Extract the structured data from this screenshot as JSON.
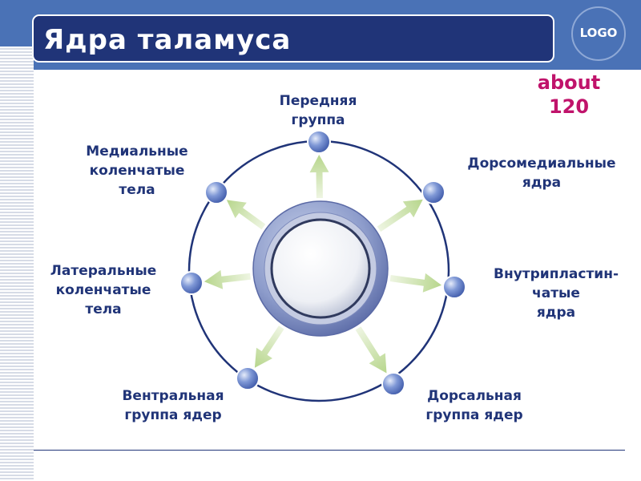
{
  "slide": {
    "title": "Ядра таламуса",
    "logo": "LOGO",
    "note_line1": "about",
    "note_line2": "120"
  },
  "diagram": {
    "nodes": [
      {
        "id": "anterior",
        "lines": [
          "Передняя",
          "группа"
        ]
      },
      {
        "id": "dorsomedial",
        "lines": [
          "Дорсомедиальные",
          "ядра"
        ]
      },
      {
        "id": "intralaminar",
        "lines": [
          "Внутрипластин-",
          "чатые",
          "ядра"
        ]
      },
      {
        "id": "dorsal",
        "lines": [
          "Дорсальная",
          "группа ядер"
        ]
      },
      {
        "id": "ventral",
        "lines": [
          "Вентральная",
          "группа ядер"
        ]
      },
      {
        "id": "lateral-geniculate",
        "lines": [
          "Латеральные",
          "коленчатые",
          "тела"
        ]
      },
      {
        "id": "medial-geniculate",
        "lines": [
          "Медиальные",
          "коленчатые",
          "тела"
        ]
      }
    ],
    "colors": {
      "ring": "#203478",
      "arrow": "#b7d68c",
      "node": "#5c7cc6",
      "label": "#203478",
      "accent": "#c0136b"
    }
  }
}
